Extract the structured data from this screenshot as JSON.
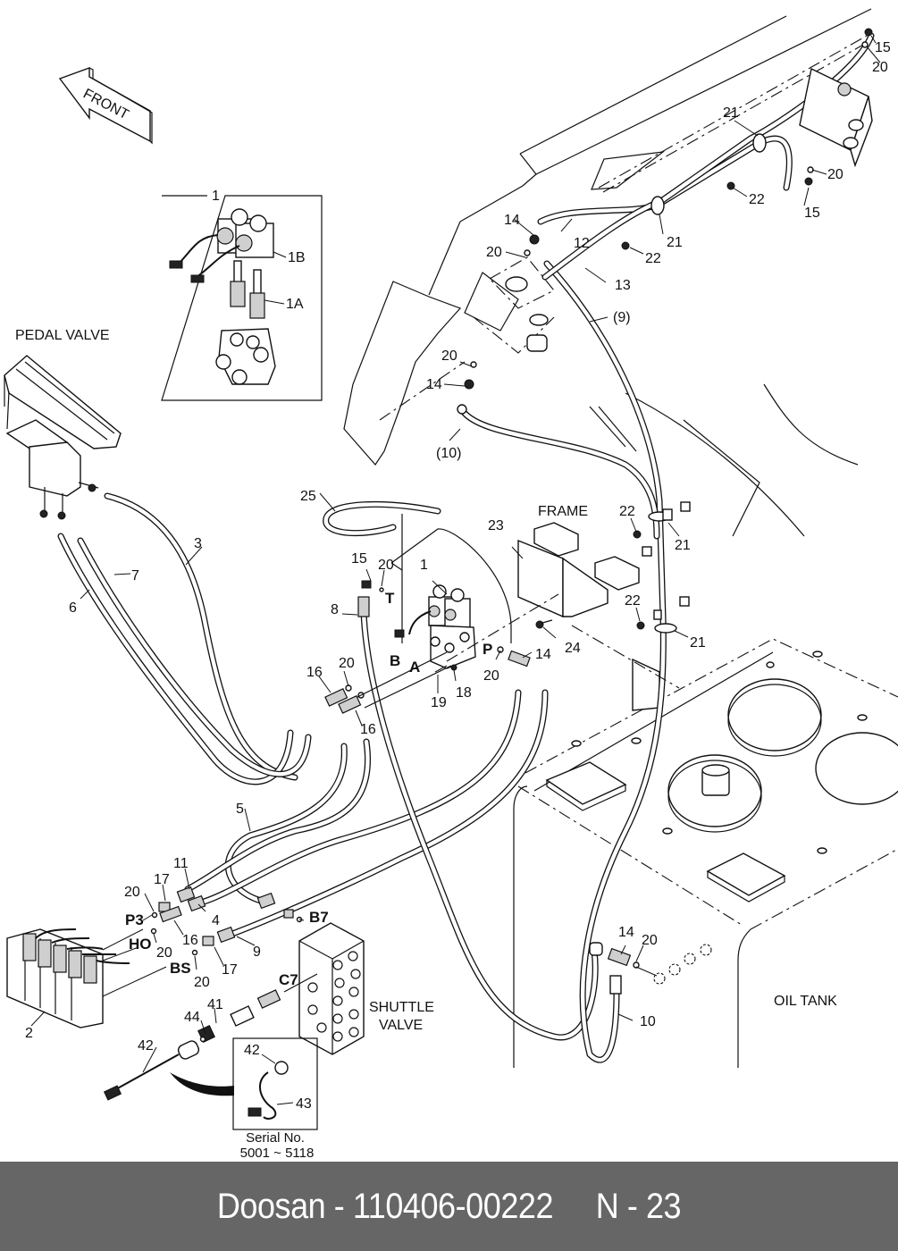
{
  "diagram": {
    "title_labels": {
      "front": "FRONT",
      "pedal_valve": "PEDAL VALVE",
      "frame": "FRAME",
      "shuttle_valve_line1": "SHUTTLE",
      "shuttle_valve_line2": "VALVE",
      "oil_tank": "OIL TANK",
      "serial_line1": "Serial No.",
      "serial_line2": "5001 ~ 5118"
    },
    "port_labels": {
      "T": "T",
      "B": "B",
      "A": "A",
      "P": "P",
      "P3": "P3",
      "HO": "HO",
      "BS": "BS",
      "B7": "B7",
      "C7": "C7"
    },
    "inset_solenoid": {
      "title": "1",
      "coil": "1B",
      "cartridge": "1A"
    },
    "callouts": [
      {
        "id": "c-1",
        "text": "1"
      },
      {
        "id": "c-2",
        "text": "2"
      },
      {
        "id": "c-3",
        "text": "3"
      },
      {
        "id": "c-4",
        "text": "4"
      },
      {
        "id": "c-5",
        "text": "5"
      },
      {
        "id": "c-6",
        "text": "6"
      },
      {
        "id": "c-7",
        "text": "7"
      },
      {
        "id": "c-8",
        "text": "8"
      },
      {
        "id": "c-9",
        "text": "9"
      },
      {
        "id": "c-9p",
        "text": "(9)"
      },
      {
        "id": "c-10",
        "text": "10"
      },
      {
        "id": "c-10p",
        "text": "(10)"
      },
      {
        "id": "c-11",
        "text": "11"
      },
      {
        "id": "c-12",
        "text": "12"
      },
      {
        "id": "c-13",
        "text": "13"
      },
      {
        "id": "c-14a",
        "text": "14"
      },
      {
        "id": "c-14b",
        "text": "14"
      },
      {
        "id": "c-14c",
        "text": "14"
      },
      {
        "id": "c-14d",
        "text": "14"
      },
      {
        "id": "c-15a",
        "text": "15"
      },
      {
        "id": "c-15b",
        "text": "15"
      },
      {
        "id": "c-15c",
        "text": "15"
      },
      {
        "id": "c-16a",
        "text": "16"
      },
      {
        "id": "c-16b",
        "text": "16"
      },
      {
        "id": "c-16c",
        "text": "16"
      },
      {
        "id": "c-17a",
        "text": "17"
      },
      {
        "id": "c-17b",
        "text": "17"
      },
      {
        "id": "c-18",
        "text": "18"
      },
      {
        "id": "c-19",
        "text": "19"
      },
      {
        "id": "c-20a",
        "text": "20"
      },
      {
        "id": "c-20b",
        "text": "20"
      },
      {
        "id": "c-20c",
        "text": "20"
      },
      {
        "id": "c-20d",
        "text": "20"
      },
      {
        "id": "c-20e",
        "text": "20"
      },
      {
        "id": "c-20f",
        "text": "20"
      },
      {
        "id": "c-20g",
        "text": "20"
      },
      {
        "id": "c-20h",
        "text": "20"
      },
      {
        "id": "c-20i",
        "text": "20"
      },
      {
        "id": "c-20j",
        "text": "20"
      },
      {
        "id": "c-20k",
        "text": "20"
      },
      {
        "id": "c-20l",
        "text": "20"
      },
      {
        "id": "c-21a",
        "text": "21"
      },
      {
        "id": "c-21b",
        "text": "21"
      },
      {
        "id": "c-21c",
        "text": "21"
      },
      {
        "id": "c-21d",
        "text": "21"
      },
      {
        "id": "c-22a",
        "text": "22"
      },
      {
        "id": "c-22b",
        "text": "22"
      },
      {
        "id": "c-22c",
        "text": "22"
      },
      {
        "id": "c-22d",
        "text": "22"
      },
      {
        "id": "c-23",
        "text": "23"
      },
      {
        "id": "c-24",
        "text": "24"
      },
      {
        "id": "c-25",
        "text": "25"
      },
      {
        "id": "c-41",
        "text": "41"
      },
      {
        "id": "c-42a",
        "text": "42"
      },
      {
        "id": "c-42b",
        "text": "42"
      },
      {
        "id": "c-43",
        "text": "43"
      },
      {
        "id": "c-44",
        "text": "44"
      }
    ]
  },
  "footer": {
    "brand": "Doosan",
    "part_number": "110406-00222",
    "page_ref": "N - 23",
    "text": "Doosan - 110406-00222     N - 23"
  }
}
